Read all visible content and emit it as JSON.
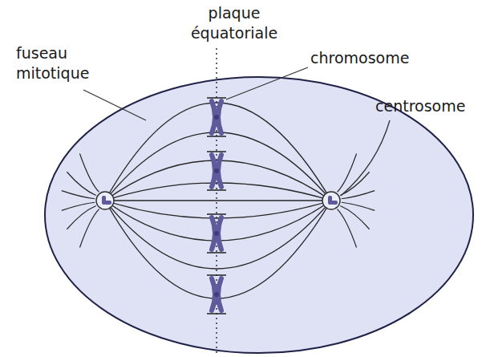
{
  "diagram": {
    "labels": [
      "plaque équatoriale",
      "fuseau mitotique",
      "chromosome",
      "centrosome"
    ]
  }
}
